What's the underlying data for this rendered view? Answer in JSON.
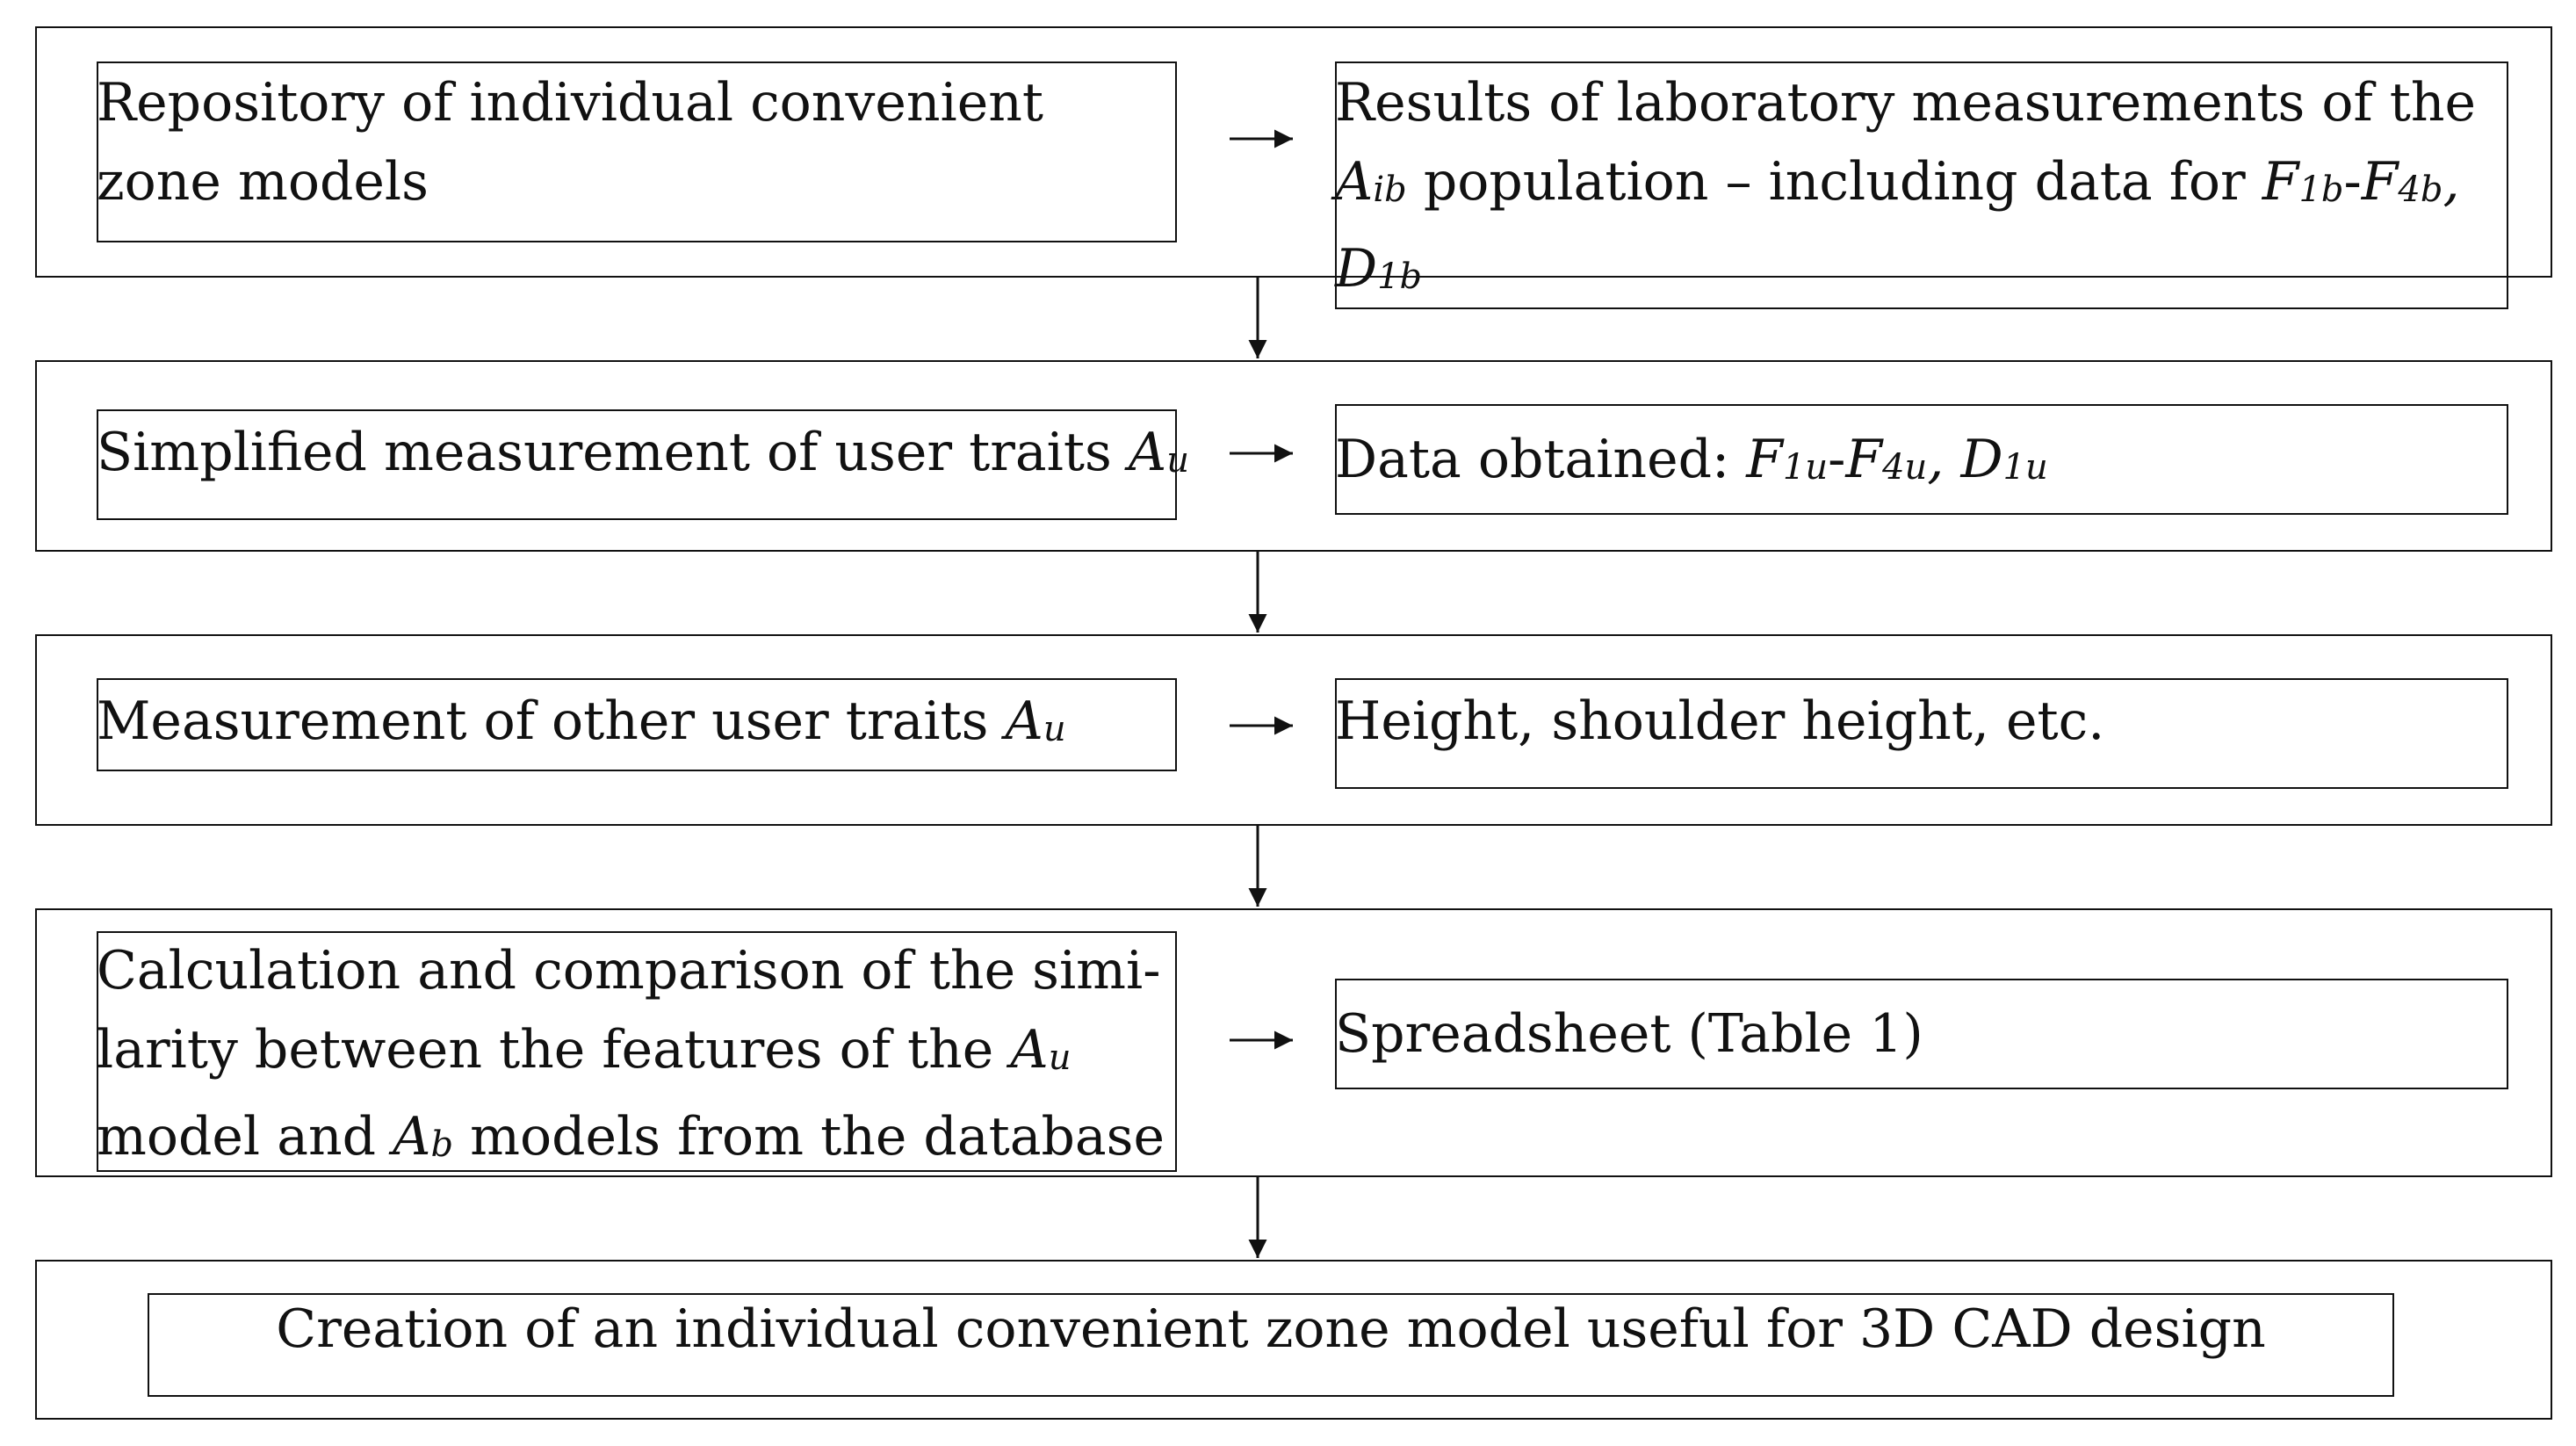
{
  "rows": [
    {
      "left_lines": [
        "Repository of individual convenient",
        "zone models"
      ],
      "right": {
        "line1": "Results of laboratory measurements of the",
        "A": "A",
        "A_sub": "ib",
        "mid": " population – including data for ",
        "F1": "F",
        "F1_sub": "1b",
        "dash": "-",
        "F4": "F",
        "F4_sub": "4b",
        "comma": ",",
        "D": "D",
        "D_sub": "1b"
      }
    },
    {
      "left": {
        "text": "Simplified measurement of user traits ",
        "A": "A",
        "A_sub": "u"
      },
      "right": {
        "text": "Data obtained: ",
        "F1": "F",
        "F1_sub": "1u",
        "dash": "-",
        "F4": "F",
        "F4_sub": "4u",
        "comma": ", ",
        "D": "D",
        "D_sub": "1u"
      }
    },
    {
      "left": {
        "text": "Measurement of other user traits ",
        "A": "A",
        "A_sub": "u"
      },
      "right": {
        "text": "Height, shoulder height, etc."
      }
    },
    {
      "left": {
        "line1": "Calculation and comparison of the simi-",
        "line2": "larity between the features of the ",
        "A1": "A",
        "A1_sub": "u",
        "line3_a": "model and ",
        "A2": "A",
        "A2_sub": "b",
        "line3_b": " models from the database"
      },
      "right": {
        "text": "Spreadsheet (Table 1)"
      }
    }
  ],
  "final": {
    "text": "Creation of an individual convenient zone model useful for 3D CAD design"
  }
}
